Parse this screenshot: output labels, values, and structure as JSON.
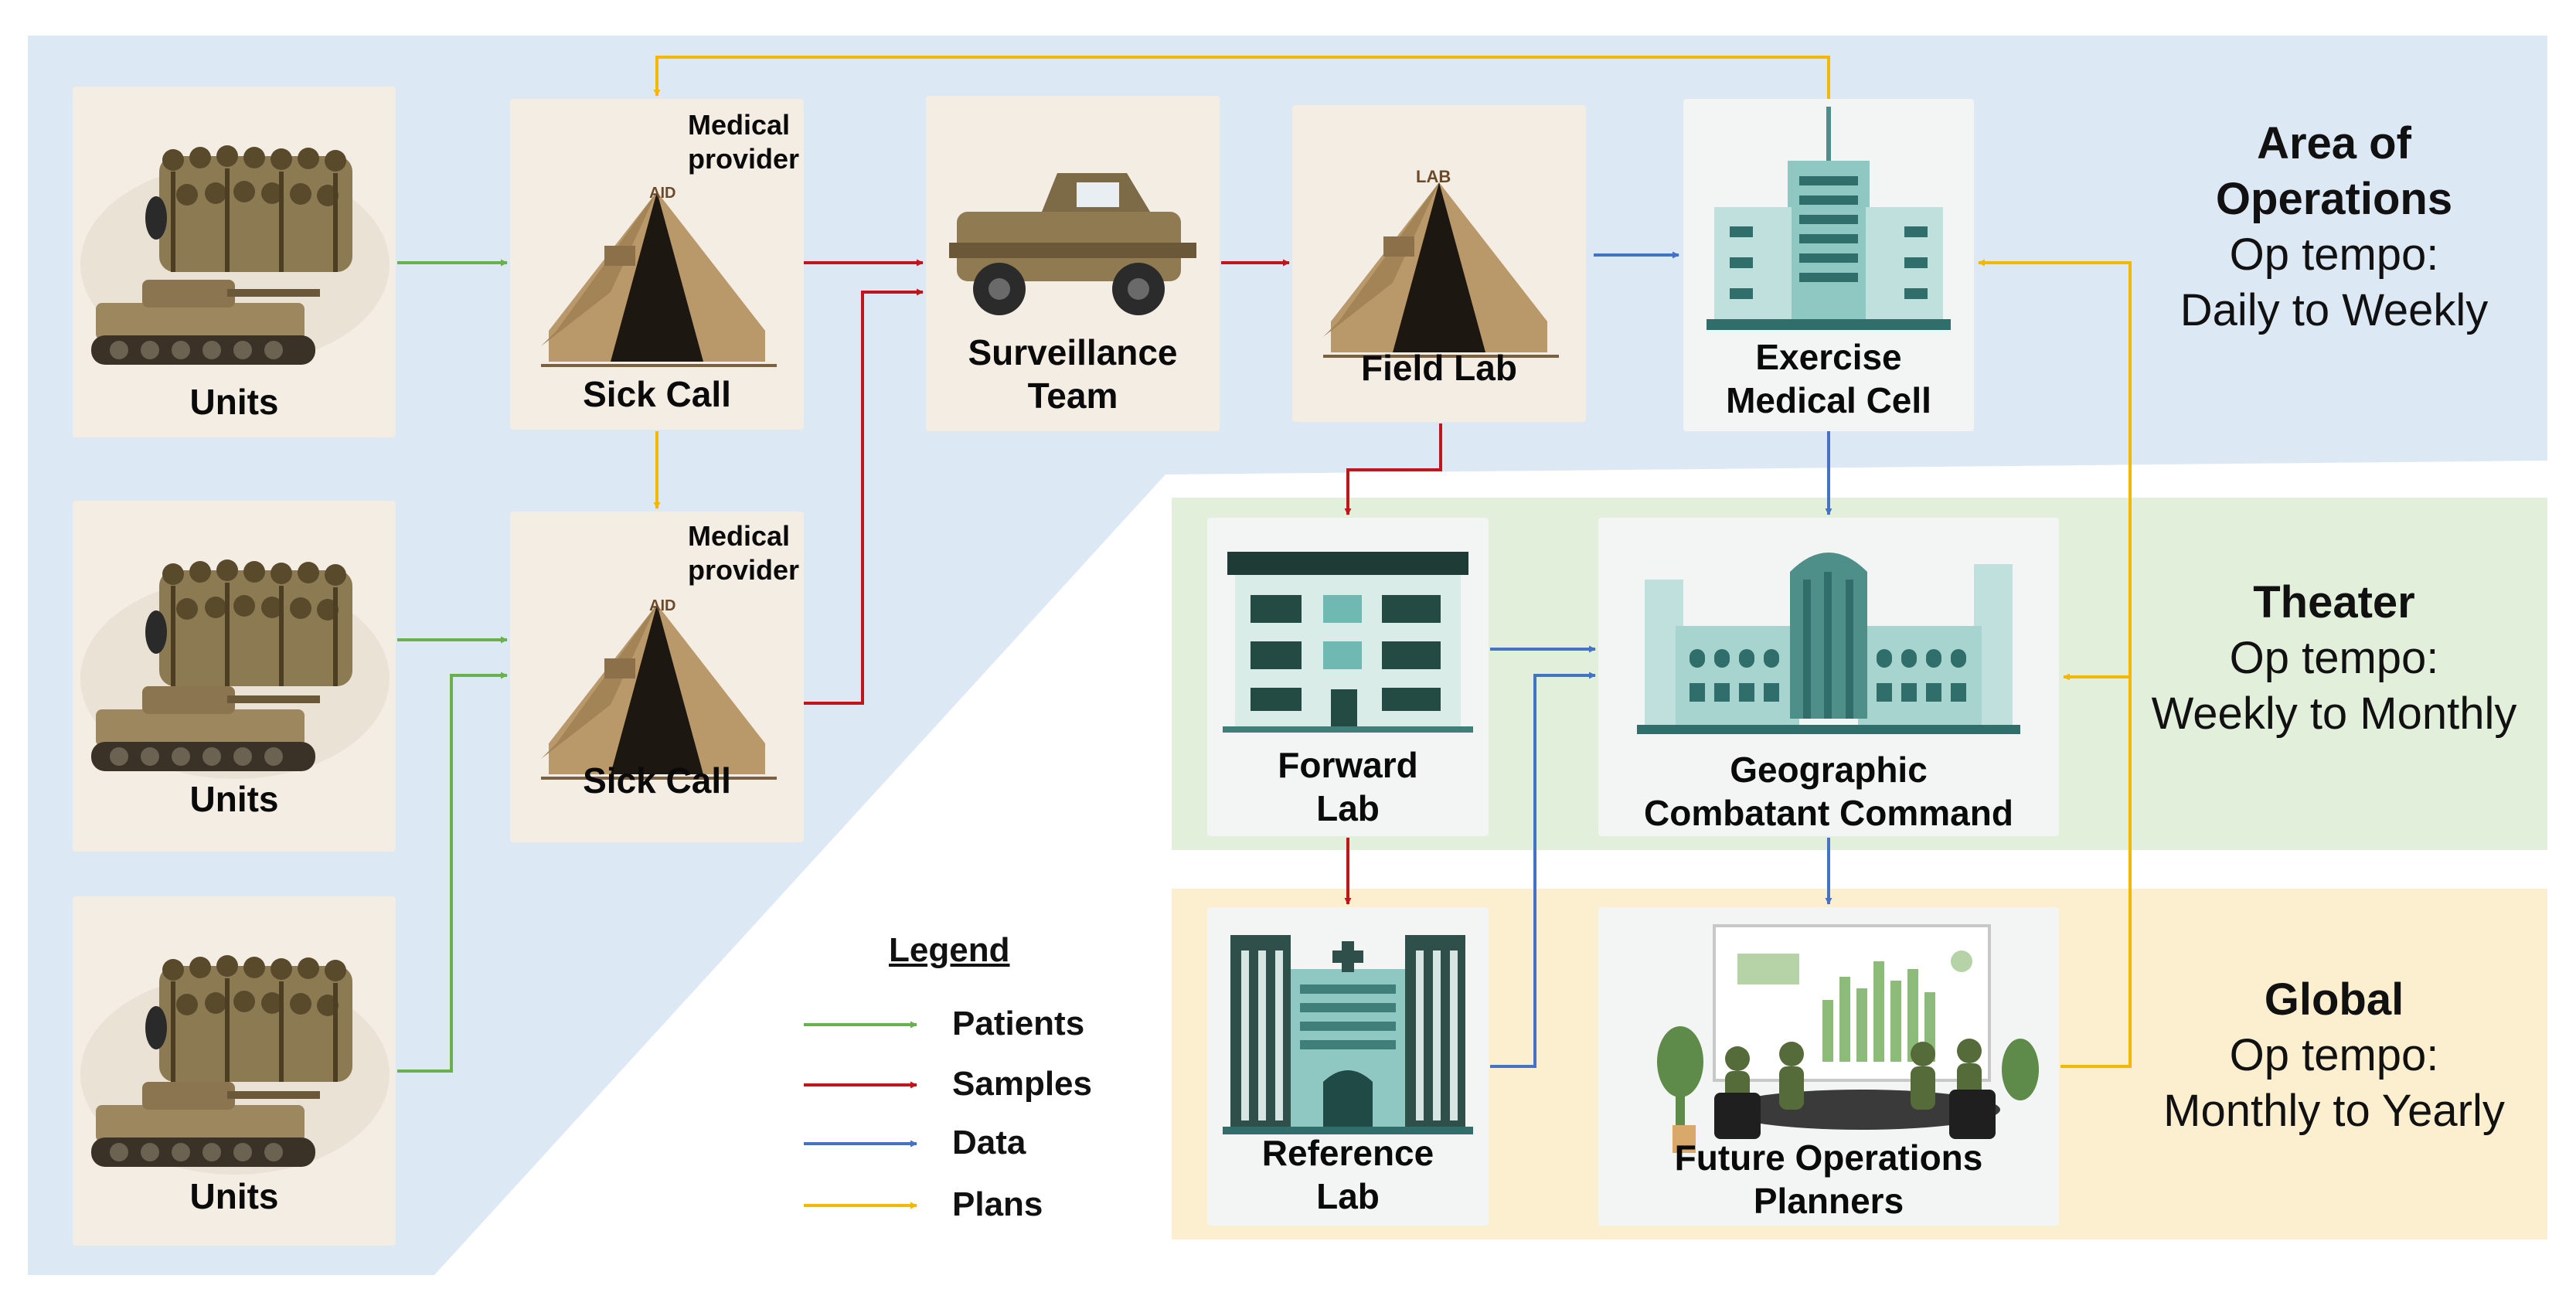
{
  "zones": {
    "area_of_operations": {
      "title_line1": "Area of",
      "title_line2": "Operations",
      "tempo_line1": "Op tempo:",
      "tempo_line2": "Daily to Weekly"
    },
    "theater": {
      "title": "Theater",
      "tempo_line1": "Op tempo:",
      "tempo_line2": "Weekly to Monthly"
    },
    "global": {
      "title": "Global",
      "tempo_line1": "Op tempo:",
      "tempo_line2": "Monthly to Yearly"
    }
  },
  "nodes": {
    "units_1": {
      "label": "Units"
    },
    "units_2": {
      "label": "Units"
    },
    "units_3": {
      "label": "Units"
    },
    "sick_call_1": {
      "label": "Sick Call",
      "provider_line1": "Medical",
      "provider_line2": "provider",
      "sign": "AID"
    },
    "sick_call_2": {
      "label": "Sick Call",
      "provider_line1": "Medical",
      "provider_line2": "provider",
      "sign": "AID"
    },
    "surveillance_team": {
      "label_line1": "Surveillance",
      "label_line2": "Team"
    },
    "field_lab": {
      "label": "Field Lab",
      "sign": "LAB"
    },
    "exercise_medical_cell": {
      "label_line1": "Exercise",
      "label_line2": "Medical Cell"
    },
    "forward_lab": {
      "label_line1": "Forward",
      "label_line2": "Lab"
    },
    "geographic_combatant_command": {
      "label_line1": "Geographic",
      "label_line2": "Combatant Command"
    },
    "reference_lab": {
      "label_line1": "Reference",
      "label_line2": "Lab"
    },
    "future_operations_planners": {
      "label_line1": "Future Operations",
      "label_line2": "Planners"
    }
  },
  "legend": {
    "title": "Legend",
    "items": [
      {
        "label": "Patients",
        "color": "#6ab04c"
      },
      {
        "label": "Samples",
        "color": "#c0151b"
      },
      {
        "label": "Data",
        "color": "#4472c4"
      },
      {
        "label": "Plans",
        "color": "#f5b800"
      }
    ]
  },
  "colors": {
    "patients": "#6ab04c",
    "samples": "#c0151b",
    "data": "#4472c4",
    "plans": "#f5b800",
    "zone_aoo": "#dde8f5",
    "zone_theater": "#e2efda",
    "zone_global": "#fcefcf"
  }
}
